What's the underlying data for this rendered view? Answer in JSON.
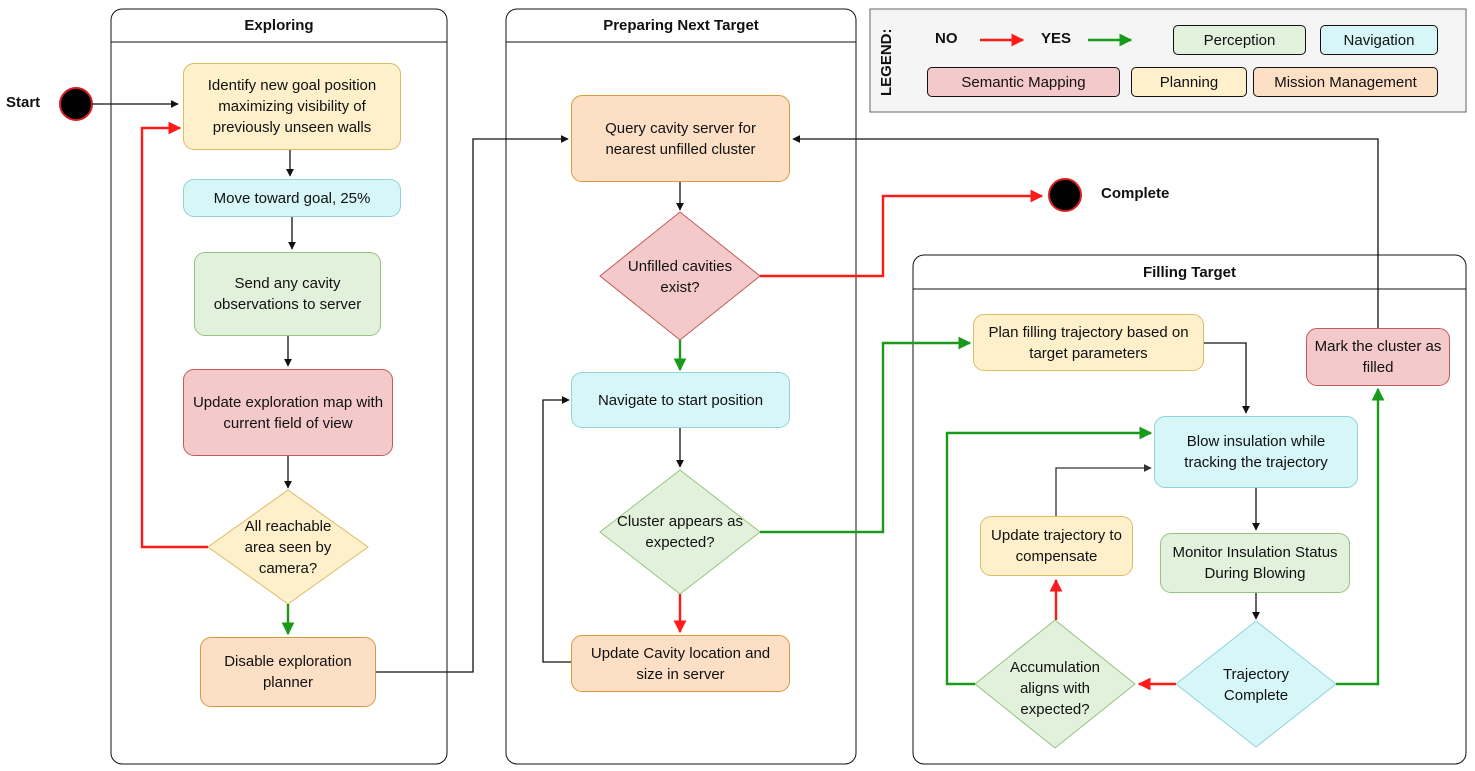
{
  "legend": {
    "title": "LEGEND:",
    "no_label": "NO",
    "yes_label": "YES",
    "categories": {
      "perception": "Perception",
      "navigation": "Navigation",
      "semantic": "Semantic Mapping",
      "planning": "Planning",
      "mission": "Mission Management"
    },
    "colors": {
      "no_arrow": "#ff1a1a",
      "yes_arrow": "#1a9a1a",
      "perception": "#e2f1dc",
      "navigation": "#d6f6f7",
      "semantic": "#f4c9c9",
      "planning": "#fdf0cb",
      "mission": "#fddfc6"
    }
  },
  "start_label": "Start",
  "complete_label": "Complete",
  "panels": {
    "exploring": "Exploring",
    "preparing": "Preparing Next Target",
    "filling": "Filling Target"
  },
  "nodes": {
    "identify_goal": "Identify new goal position maximizing visibility of previously unseen walls",
    "move_goal": "Move toward goal, 25%",
    "send_obs": "Send any cavity observations to server",
    "update_map": "Update exploration map with current field of view",
    "all_seen": "All reachable area seen by camera?",
    "disable_planner": "Disable exploration planner",
    "query_cavity": "Query cavity server for nearest unfilled cluster",
    "unfilled_exist": "Unfilled cavities exist?",
    "navigate_start": "Navigate to start position",
    "cluster_expected": "Cluster appears as expected?",
    "update_cavity": "Update Cavity location and size in server",
    "plan_filling": "Plan filling trajectory based on target parameters",
    "blow_insulation": "Blow insulation while tracking the trajectory",
    "monitor_status": "Monitor Insulation Status During Blowing",
    "trajectory_complete": "Trajectory Complete",
    "accumulation_aligns": "Accumulation aligns with expected?",
    "update_trajectory": "Update trajectory to compensate",
    "mark_filled": "Mark the cluster as filled"
  }
}
